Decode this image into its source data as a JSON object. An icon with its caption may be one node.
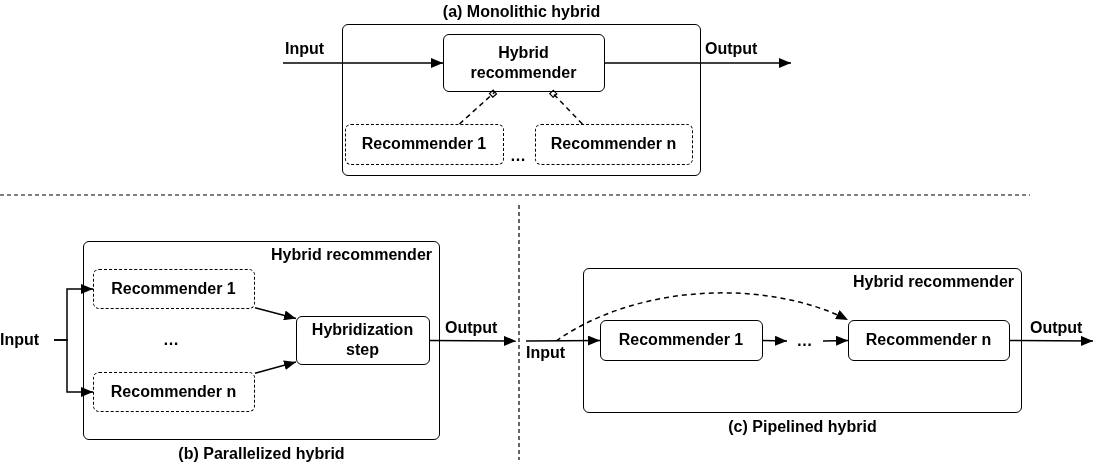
{
  "diagram": {
    "nodes": [
      {
        "text": [],
        "shape": "box",
        "beside": [
          "(a) Monolithic hybrid"
        ]
      },
      {
        "text": [
          "Input"
        ]
      },
      {
        "text": [
          "Hybrid recommender"
        ],
        "in": 0
      },
      {
        "text": [
          "Recommender 1"
        ],
        "in": 0
      },
      {
        "text": [
          "Recommender n"
        ],
        "in": 0
      },
      {
        "text": [
          "Output"
        ]
      },
      {
        "text": [
          "Hybrid recommender"
        ],
        "beside": [
          "(b) Parallelized hybrid"
        ]
      },
      {
        "text": [
          "Input"
        ]
      },
      {
        "text": [
          "Recommender 1"
        ],
        "in": 6
      },
      {
        "text": [
          "Recommender n"
        ],
        "in": 6
      },
      {
        "text": [
          "Hybridization step"
        ],
        "in": 6
      },
      {
        "text": [
          "Output"
        ]
      },
      {
        "text": [
          "Hybrid recommender"
        ],
        "beside": [
          "(c) Pipelined hybrid"
        ]
      },
      {
        "text": [
          "Input"
        ]
      },
      {
        "text": [
          "Recommender 1"
        ],
        "in": 12
      },
      {
        "text": [
          "…"
        ],
        "in": 12
      },
      {
        "text": [
          "Recommender n"
        ],
        "in": 12
      },
      {
        "text": [
          "Output"
        ]
      }
    ],
    "edges": [
      {
        "from": 1,
        "to": 2,
        "arrow": "to"
      },
      {
        "from": 2,
        "to": 5,
        "arrow": "to"
      },
      {
        "from": 3,
        "to": 2,
        "arrow": "other",
        "style": "dashed"
      },
      {
        "from": 4,
        "to": 2,
        "arrow": "other",
        "style": "dashed"
      },
      {
        "from": 7,
        "to": 8,
        "arrow": "to"
      },
      {
        "from": 7,
        "to": 9,
        "arrow": "to"
      },
      {
        "from": 8,
        "to": 10,
        "arrow": "to"
      },
      {
        "from": 9,
        "to": 10,
        "arrow": "to"
      },
      {
        "from": 10,
        "to": 11,
        "arrow": "to"
      },
      {
        "from": 13,
        "to": 14,
        "arrow": "to"
      },
      {
        "from": 14,
        "to": 15,
        "arrow": "to"
      },
      {
        "from": 15,
        "to": 16,
        "arrow": "to"
      },
      {
        "from": 13,
        "to": 16,
        "arrow": "to",
        "style": "dashed"
      },
      {
        "from": 16,
        "to": 17,
        "arrow": "to"
      }
    ],
    "labels": [
      "…",
      "…"
    ]
  }
}
